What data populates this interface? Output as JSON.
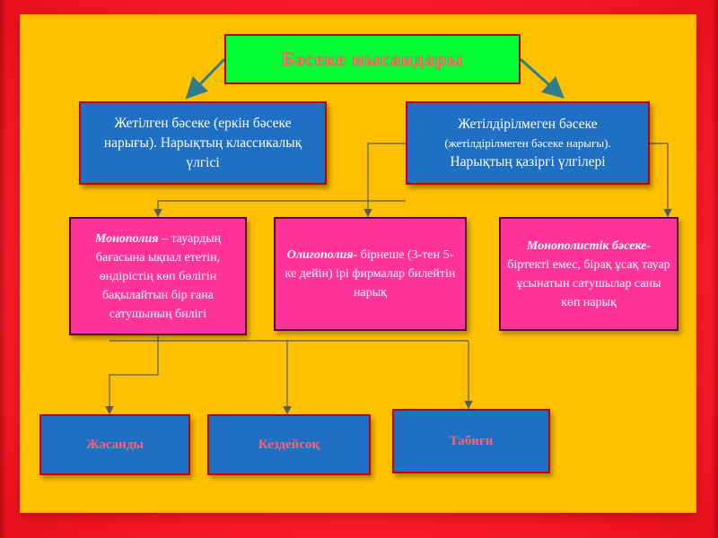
{
  "title": "Бәсеке нысандары",
  "perfect": {
    "text": "Жетілген бәсеке (еркін бәсеке нарығы). Нарықтың классикалық үлгісі"
  },
  "imperfect": {
    "line1": "Жетілдірілмеген бәсеке",
    "line2": "(жетілдірілмеген бәсеке нарығы).",
    "line3": "Нарықтың қазіргі үлгілері"
  },
  "monopoly": {
    "term": "Монополия",
    "desc": " – тауардың бағасына ықпал ететін, өндірістің көп бөлігін бақылайтын бір ғана сатушының билігі"
  },
  "oligopoly": {
    "term": "Олигополия-",
    "desc": " бірнеше (3-тен 5- ке дейін) ірі фирмалар билейтін нарық"
  },
  "monopolistic": {
    "term": "Монополистік бәсеке-",
    "desc": " біртекті емес, бірақ ұсақ тауар ұсынатын сатушылар саны көп нарық"
  },
  "types": [
    "Жасанды",
    "Кездейсоқ",
    "Табиғи"
  ],
  "colors": {
    "background": "#ff2030",
    "frame": "#ffc000",
    "title_box": "#00ff33",
    "blue_box": "#1f6fc4",
    "pink_box": "#ff3399",
    "arrow_teal": "#2e7d8c",
    "connector": "#5a5a5a"
  }
}
